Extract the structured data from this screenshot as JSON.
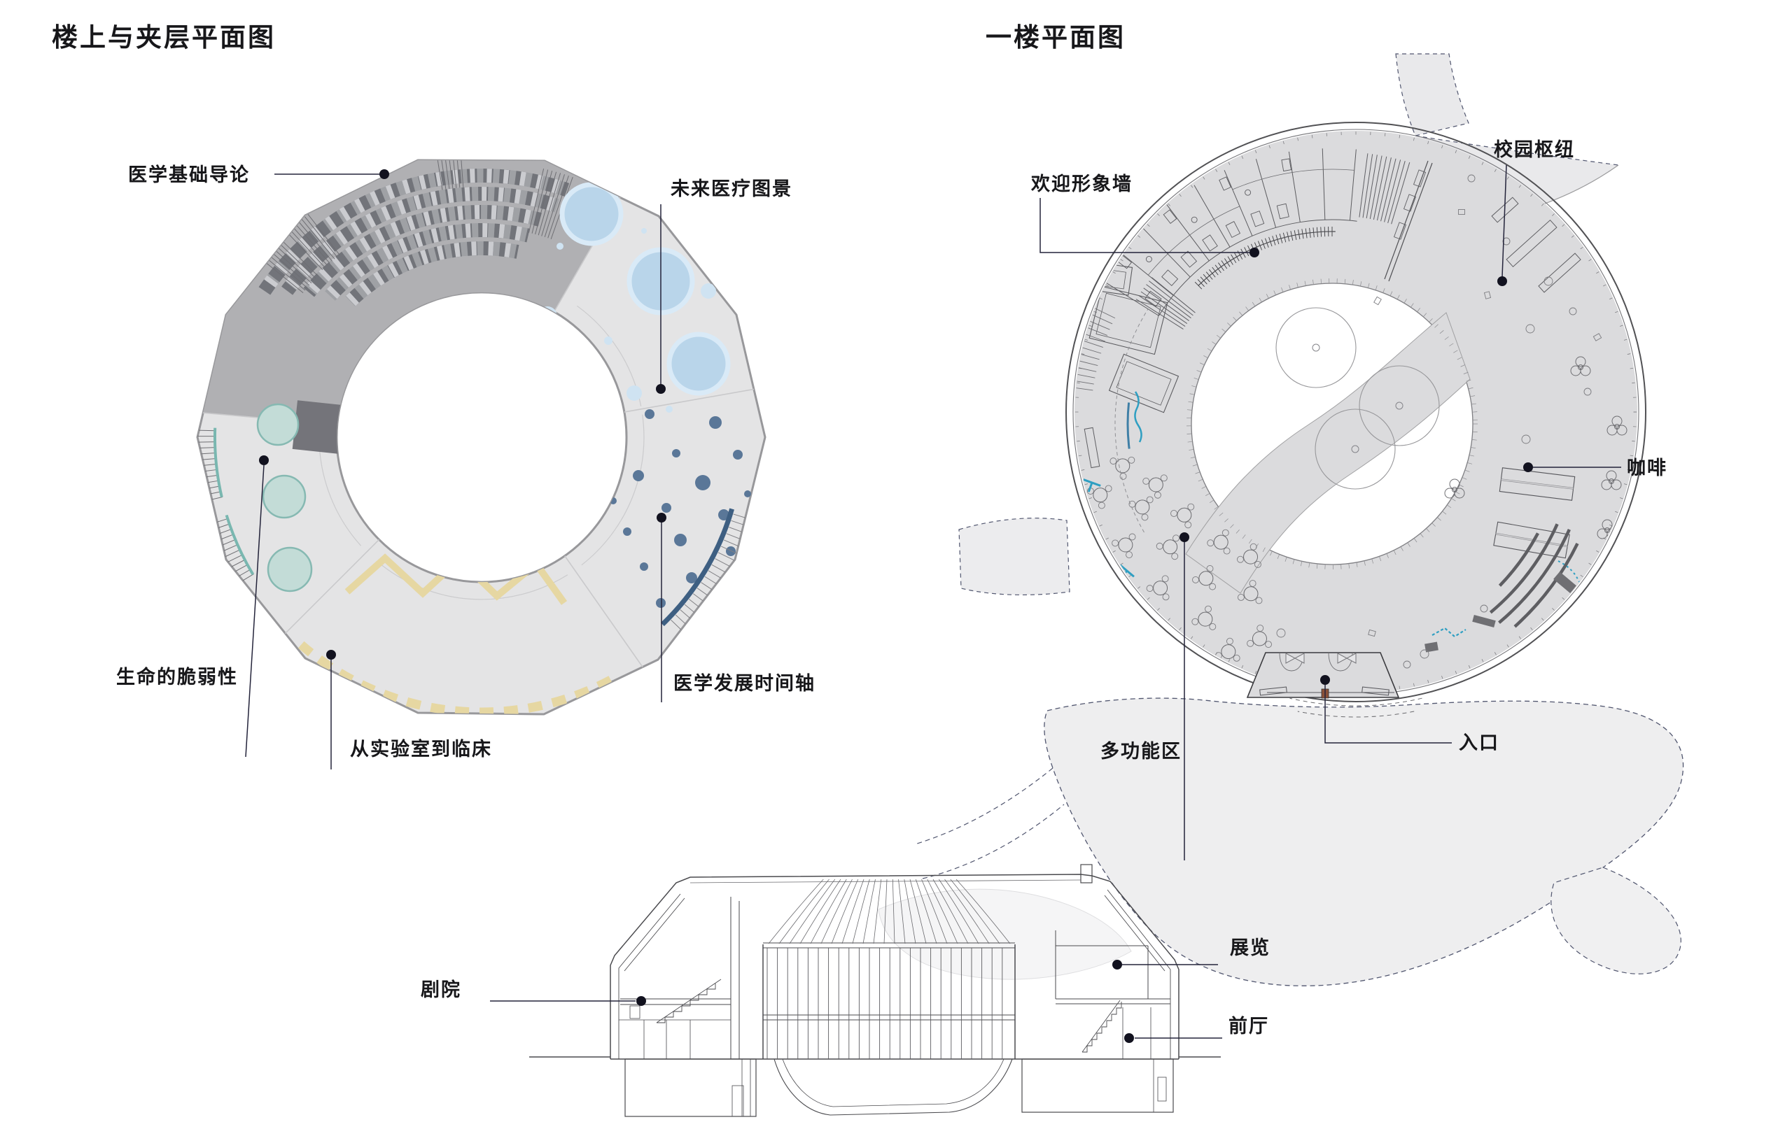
{
  "titles": {
    "left": "楼上与夹层平面图",
    "right": "一楼平面图"
  },
  "left_plan": {
    "labels": {
      "intro": "医学基础导论",
      "future": "未来医疗图景",
      "fragility": "生命的脆弱性",
      "lab_to_clinic": "从实验室到临床",
      "timeline": "医学发展时间轴"
    }
  },
  "right_plan": {
    "labels": {
      "welcome_wall": "欢迎形象墙",
      "campus_hub": "校园枢纽",
      "coffee": "咖啡",
      "multifunction": "多功能区",
      "entrance": "入口"
    }
  },
  "section": {
    "labels": {
      "theater": "剧院",
      "exhibition": "展览",
      "foyer": "前厅"
    }
  },
  "colors": {
    "floor_light": "#e4e4e5",
    "seating_dark": "#b0b0b3",
    "ring_floor": "#dbdbdd",
    "blue_circle": "#b9d5ea",
    "blue_ring": "#d9eaf7",
    "teal_circle": "#c3dcd7",
    "teal_edge": "#86b9b2",
    "slate_dot": "#5a7798",
    "yellow_wall": "#e6d7a2",
    "navy_band": "#3e5f82",
    "cyan_accent": "#2f9fc2",
    "leader": "#23233a"
  }
}
